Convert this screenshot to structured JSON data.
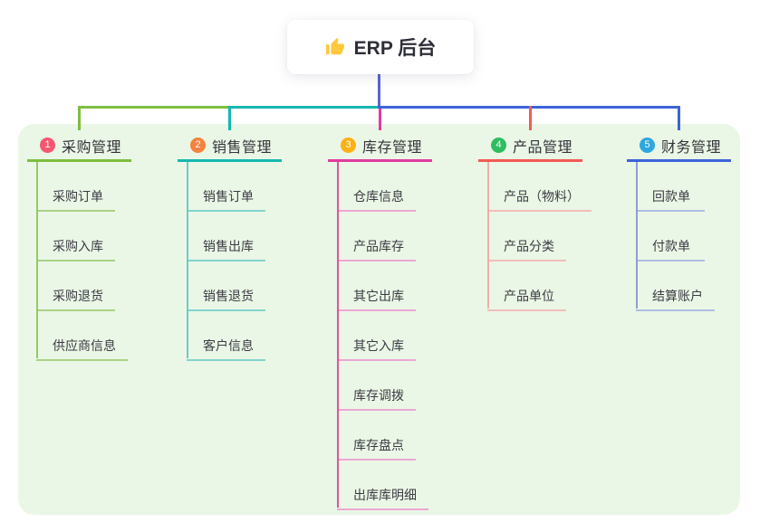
{
  "canvas": {
    "page_bg": "#FFFFFF",
    "panel_bg": "#EBF7E6"
  },
  "root": {
    "label": "ERP 后台",
    "icon": "thumbs-up-icon",
    "icon_color": "#FFC83D",
    "line_color": "#5A62D6"
  },
  "branches": [
    {
      "number": "1",
      "label": "采购管理",
      "badge_color": "#F25872",
      "line_color": "#7DBE3F",
      "child_line_color": "#95C866",
      "child_underline_color": "#A9D284",
      "children": [
        "采购订单",
        "采购入库",
        "采购退货",
        "供应商信息"
      ]
    },
    {
      "number": "2",
      "label": "销售管理",
      "badge_color": "#F5823F",
      "line_color": "#14B8B1",
      "child_line_color": "#6CCBC3",
      "child_underline_color": "#82D4CD",
      "children": [
        "销售订单",
        "销售出库",
        "销售退货",
        "客户信息"
      ]
    },
    {
      "number": "3",
      "label": "库存管理",
      "badge_color": "#FBB116",
      "line_color": "#E13C9D",
      "child_line_color": "#E0559E",
      "child_underline_color": "#EBA7D3",
      "children": [
        "仓库信息",
        "产品库存",
        "其它出库",
        "其它入库",
        "库存调拨",
        "库存盘点",
        "出库库明细"
      ]
    },
    {
      "number": "4",
      "label": "产品管理",
      "badge_color": "#2EBE60",
      "line_color": "#F25B55",
      "child_line_color": "#F0AFA9",
      "child_underline_color": "#F3BDB8",
      "children": [
        "产品（物料）",
        "产品分类",
        "产品单位"
      ]
    },
    {
      "number": "5",
      "label": "财务管理",
      "badge_color": "#2EA7E0",
      "line_color": "#3D63D8",
      "child_line_color": "#8CA0CD",
      "child_underline_color": "#AEBEE1",
      "children": [
        "回款单",
        "付款单",
        "结算账户"
      ]
    }
  ]
}
